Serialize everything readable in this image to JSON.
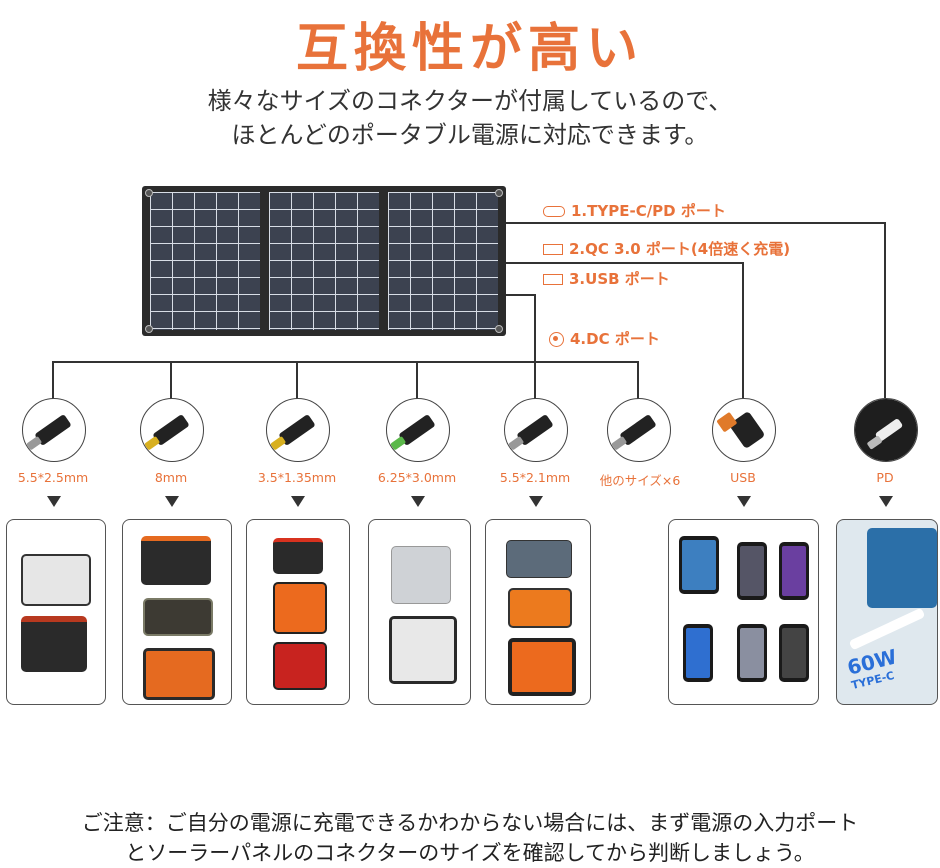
{
  "title": "互換性が高い",
  "subtitle": [
    "様々なサイズのコネクターが付属しているので、",
    "ほとんどのポータブル電源に対応できます。"
  ],
  "ports": [
    {
      "icon": "usb-c-port-icon",
      "label": "1.TYPE-C/PD ポート"
    },
    {
      "icon": "usb-a-port-icon",
      "label": "2.QC 3.0 ポート(4倍速く充電)"
    },
    {
      "icon": "usb-a-port-icon",
      "label": "3.USB ポート"
    },
    {
      "icon": "dc-port-icon",
      "label": "4.DC ポート"
    }
  ],
  "connectors": [
    {
      "label": "5.5*2.5mm",
      "tip": "silver"
    },
    {
      "label": "8mm",
      "tip": "yellow"
    },
    {
      "label": "3.5*1.35mm",
      "tip": "yellow"
    },
    {
      "label": "6.25*3.0mm",
      "tip": "green"
    },
    {
      "label": "5.5*2.1mm",
      "tip": "silver"
    },
    {
      "label": "他のサイズ×6",
      "tip": "silver"
    },
    {
      "label": "USB",
      "tip": "usb"
    },
    {
      "label": "PD",
      "tip": "pd"
    }
  ],
  "pd_box_text": {
    "watt": "60W",
    "type": "TYPE-C"
  },
  "colors": {
    "accent": "#e8723a",
    "panel": "#2b2b2b",
    "line": "#333333"
  },
  "note": [
    "ご注意：ご自分の電源に充電できるかわからない場合には、まず電源の入力ポート",
    "とソーラーパネルのコネクターのサイズを確認してから判断しましょう。"
  ]
}
